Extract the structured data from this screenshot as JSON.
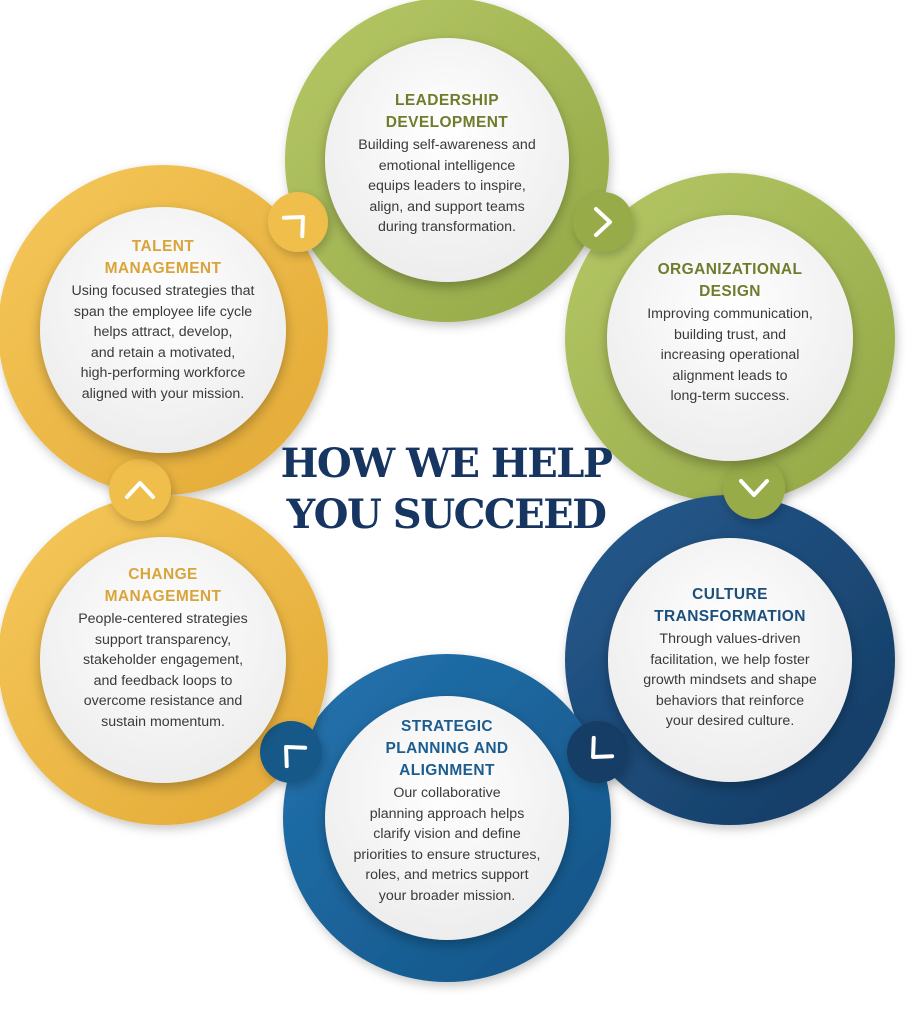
{
  "headline": {
    "lines": [
      "HOW WE HELP",
      "YOU SUCCEED"
    ]
  },
  "colors": {
    "green_light": "#b0c25f",
    "green_dark": "#97ab4a",
    "green_text": "#6f7c2c",
    "navy": "#1f4f80",
    "navy_dark": "#163d66",
    "navy_text": "#1b4f7c",
    "blue": "#1d6aa3",
    "blue_dark": "#175887",
    "blue_text": "#1b5d8f",
    "gold": "#f0be4c",
    "gold_dark": "#dfa93a",
    "gold_text": "#d9a43a",
    "headline": "#163561"
  },
  "cycle": [
    {
      "id": "leadership",
      "color": "green",
      "title": [
        "LEADERSHIP",
        "DEVELOPMENT"
      ],
      "body": [
        "Building self-awareness and",
        "emotional intelligence",
        "equips leaders to inspire,",
        "align, and support teams",
        "during transformation."
      ],
      "arrow_icon": "chevron-right-icon"
    },
    {
      "id": "organizational",
      "color": "green",
      "title": [
        "ORGANIZATIONAL",
        "DESIGN"
      ],
      "body": [
        "Improving communication,",
        "building trust, and",
        "increasing operational",
        "alignment leads to",
        "long-term success."
      ],
      "arrow_icon": "chevron-down-icon"
    },
    {
      "id": "culture",
      "color": "navy",
      "title": [
        "CULTURE",
        "TRANSFORMATION"
      ],
      "body": [
        "Through values-driven",
        "facilitation, we help foster",
        "growth mindsets and shape",
        "behaviors that reinforce",
        "your desired culture."
      ],
      "arrow_icon": "chevron-down-left-icon"
    },
    {
      "id": "strategic",
      "color": "blue",
      "title": [
        "STRATEGIC",
        "PLANNING AND",
        "ALIGNMENT"
      ],
      "body": [
        "Our collaborative",
        "planning approach helps",
        "clarify vision and define",
        "priorities to ensure structures,",
        "roles, and metrics support",
        "your broader mission."
      ],
      "arrow_icon": "chevron-up-left-icon"
    },
    {
      "id": "change",
      "color": "gold",
      "title": [
        "CHANGE",
        "MANAGEMENT"
      ],
      "body": [
        "People-centered strategies",
        "support transparency,",
        "stakeholder engagement,",
        "and feedback loops to",
        "overcome resistance and",
        "sustain momentum."
      ],
      "arrow_icon": "chevron-up-icon"
    },
    {
      "id": "talent",
      "color": "gold",
      "title": [
        "TALENT",
        "MANAGEMENT"
      ],
      "body": [
        "Using focused strategies that",
        "span the employee life cycle",
        "helps attract, develop,",
        "and retain a motivated,",
        "high-performing workforce",
        "aligned with your mission."
      ],
      "arrow_icon": "chevron-up-right-icon"
    }
  ]
}
